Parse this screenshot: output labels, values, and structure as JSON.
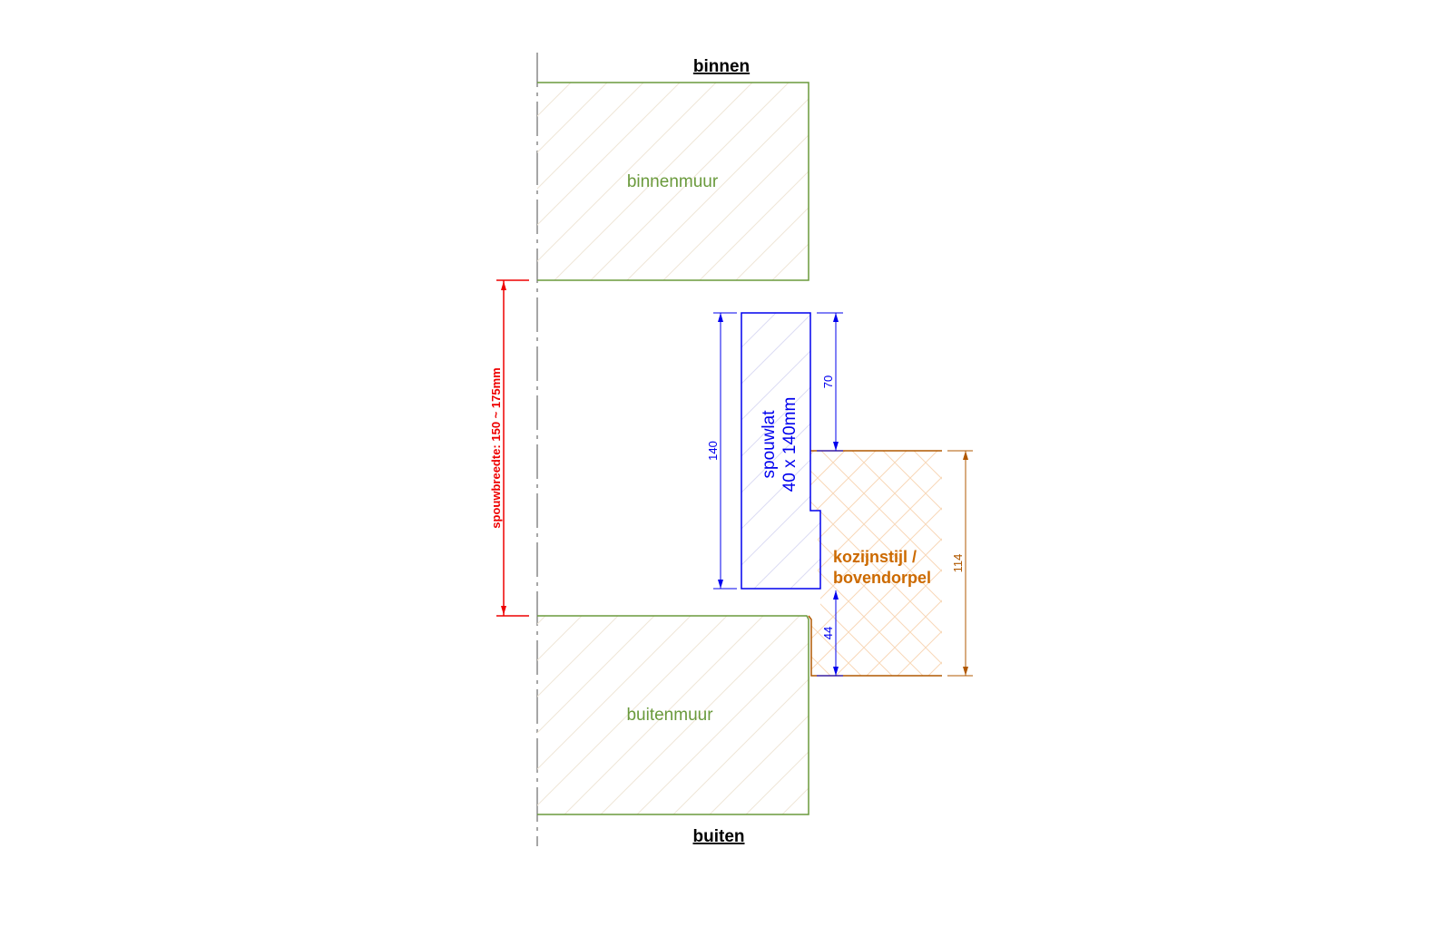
{
  "labels": {
    "inside": "binnen",
    "outside": "buiten",
    "inner_wall": "binnenmuur",
    "outer_wall": "buitenmuur",
    "batten_line1": "spouwlat",
    "batten_line2": "40 x 140mm",
    "frame_line1": "kozijnstijl /",
    "frame_line2": "bovendorpel",
    "cavity_width": "spouwbreedte: 150 ~ 175mm"
  },
  "dimensions": {
    "batten_length": "140",
    "batten_top_offset": "70",
    "frame_gap": "44",
    "frame_depth": "114"
  },
  "colors": {
    "wall": "#6a9a3c",
    "batten": "#0000ee",
    "frame": "#cc6a00",
    "frame_dim": "#b05800",
    "cavity_dim": "#ee0000",
    "centerline": "#888888"
  }
}
